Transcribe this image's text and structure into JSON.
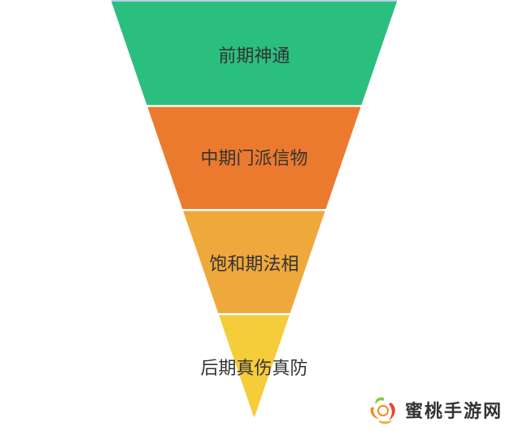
{
  "funnel": {
    "stages": [
      {
        "label": "前期神通",
        "color": "#2bbf7f"
      },
      {
        "label": "中期门派信物",
        "color": "#ec7a2e"
      },
      {
        "label": "饱和期法相",
        "color": "#efa83c"
      },
      {
        "label": "后期真伤真防",
        "color": "#f5cc3a"
      }
    ],
    "label_color": "#333333"
  },
  "watermark": {
    "text": "蜜桃手游网",
    "icon": "peach-logo-icon"
  }
}
